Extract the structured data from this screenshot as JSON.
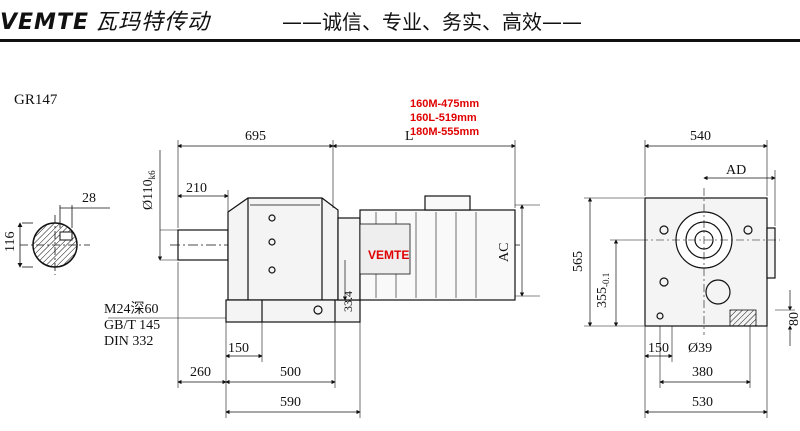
{
  "header": {
    "brand": "VEMTE",
    "brand_cn": "瓦玛特传动",
    "slogan": "——诚信、专业、务实、高效——"
  },
  "drawing": {
    "model": "GR147",
    "motor_lengths": [
      "160M-475mm",
      "160L-519mm",
      "180M-555mm"
    ],
    "watermark": "VEMTE",
    "dims": {
      "d695": "695",
      "dL": "L",
      "d540": "540",
      "dAD": "AD",
      "d28": "28",
      "d116": "116",
      "d210": "210",
      "d110": "Ø110",
      "d110_tol": "k6",
      "d565": "565",
      "d355": "355",
      "d355_tol": "-0.1",
      "dAC": "AC",
      "d334": "33.4",
      "d80": "80",
      "d150a": "150",
      "d260": "260",
      "d500": "500",
      "d590": "590",
      "d150b": "150",
      "d39": "Ø39",
      "d380": "380",
      "d530": "530"
    },
    "notes": [
      "M24深60",
      "GB/T 145",
      "DIN 332"
    ]
  }
}
